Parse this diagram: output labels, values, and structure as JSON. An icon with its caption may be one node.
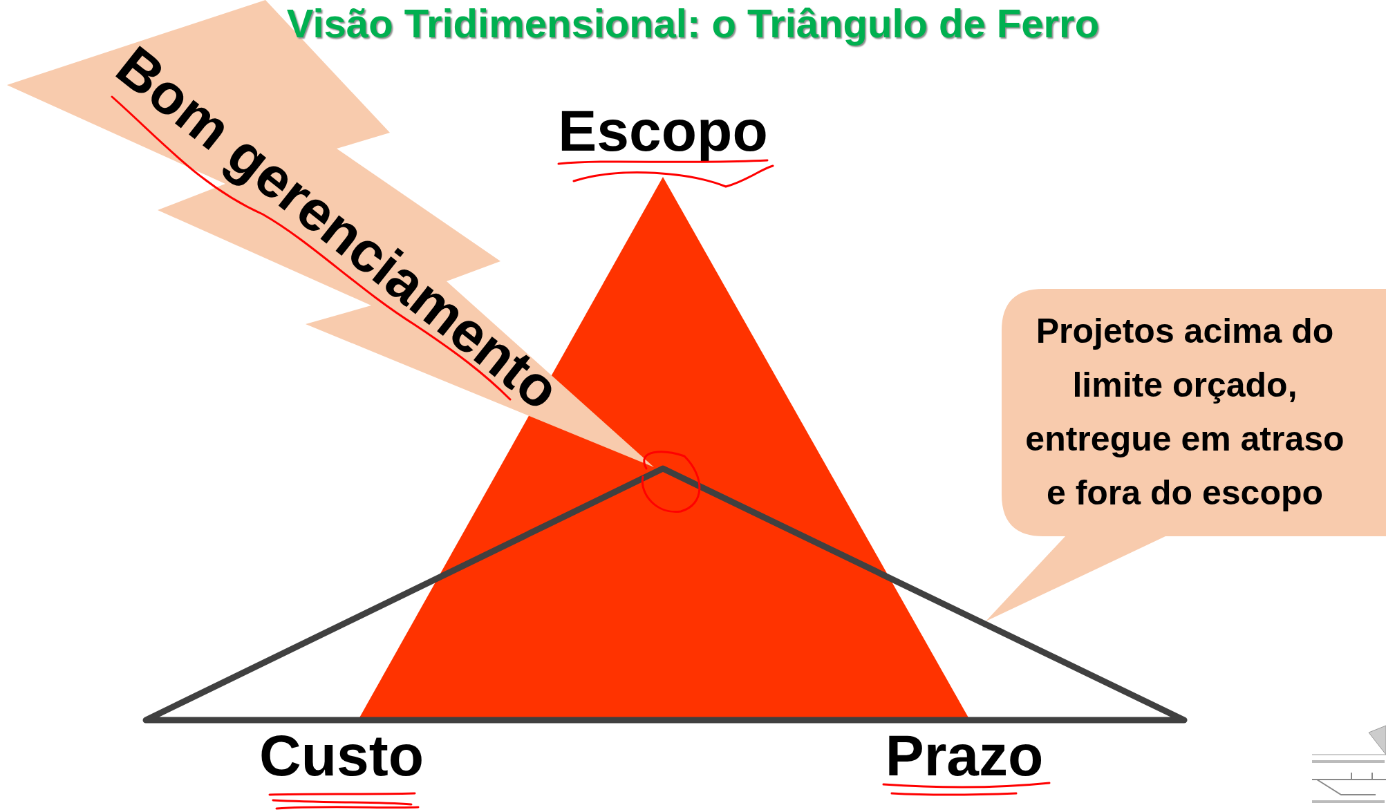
{
  "diagram": {
    "title": "Visão Tridimensional: o Triângulo de Ferro",
    "nodes": [
      {
        "text": [
          "Bom gerenciamento"
        ]
      },
      {
        "text": [
          "Projetos acima do limite orçado, entregue em atraso e fora do escopo"
        ]
      }
    ],
    "labels": [
      "Escopo",
      "Custo",
      "Prazo"
    ]
  }
}
